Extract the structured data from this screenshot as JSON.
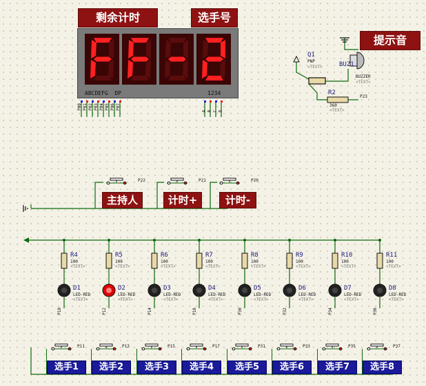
{
  "title_left": "剩余计时",
  "title_right": "选手号",
  "sound_label": "提示音",
  "display": {
    "digits": [
      "F",
      "F",
      "-",
      "2"
    ],
    "segment_label": "ABCDEFG  DP",
    "digit_label": "1234"
  },
  "display_pins": [
    "P00",
    "P01",
    "P02",
    "P03",
    "P04",
    "P05",
    "P06",
    "P07"
  ],
  "digit_pins": [
    "A",
    "B",
    "C",
    "D"
  ],
  "transistor": {
    "ref": "Q1",
    "type": "PNP",
    "placeholder": "<TEXT>"
  },
  "buzzer": {
    "ref": "BUZ1",
    "type": "BUZZER",
    "placeholder": "<TEXT>"
  },
  "r2": {
    "ref": "R2",
    "value": "360",
    "placeholder": "<TEXT>",
    "net": "P23"
  },
  "control_buttons": [
    {
      "label": "主持人",
      "net": "P22"
    },
    {
      "label": "计时+",
      "net": "P21"
    },
    {
      "label": "计时-",
      "net": "P20"
    }
  ],
  "leds": [
    {
      "r": "R4",
      "d": "D1",
      "pin": "P10",
      "lit": false
    },
    {
      "r": "R5",
      "d": "D2",
      "pin": "P12",
      "lit": true
    },
    {
      "r": "R6",
      "d": "D3",
      "pin": "P14",
      "lit": false
    },
    {
      "r": "R7",
      "d": "D4",
      "pin": "P16",
      "lit": false
    },
    {
      "r": "R8",
      "d": "D5",
      "pin": "P30",
      "lit": false
    },
    {
      "r": "R9",
      "d": "D6",
      "pin": "P32",
      "lit": false
    },
    {
      "r": "R10",
      "d": "D7",
      "pin": "P34",
      "lit": false
    },
    {
      "r": "R11",
      "d": "D8",
      "pin": "P36",
      "lit": false
    }
  ],
  "resistor_value": "100",
  "led_type": "LED-RED",
  "text_placeholder": "<TEXT>",
  "player_buttons": [
    {
      "label": "选手1",
      "net": "P11"
    },
    {
      "label": "选手2",
      "net": "P13"
    },
    {
      "label": "选手3",
      "net": "P15"
    },
    {
      "label": "选手4",
      "net": "P17"
    },
    {
      "label": "选手5",
      "net": "P31"
    },
    {
      "label": "选手6",
      "net": "P33"
    },
    {
      "label": "选手7",
      "net": "P35"
    },
    {
      "label": "选手8",
      "net": "P37"
    }
  ],
  "colors": {
    "wire": "#0a6a0a",
    "label_red": "#8e1212",
    "label_blue": "#1a1a9a",
    "segment_on": "#ff2020",
    "led_on": "#e00000"
  }
}
